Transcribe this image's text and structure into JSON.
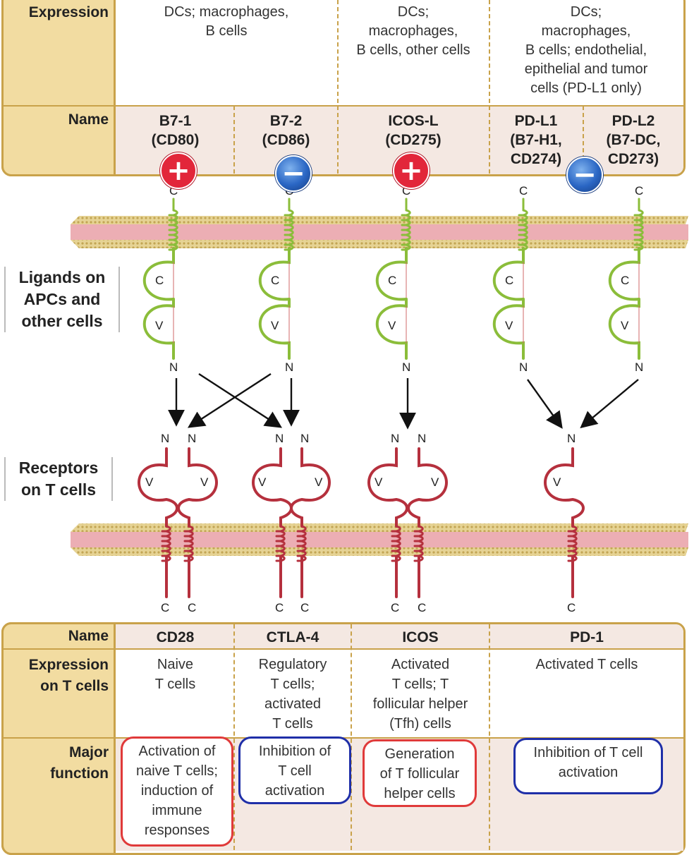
{
  "colors": {
    "header_fill": "#f2dca1",
    "header_border": "#c9a24a",
    "row_shade": "#f4e8e2",
    "membrane_pink": "#ecaeb4",
    "membrane_gold": "#d8c078",
    "ligand_green": "#8bbd3a",
    "receptor_red": "#b5303d",
    "activation_red": "#e03a3a",
    "inhibition_blue": "#1f2fa8"
  },
  "top_table": {
    "expression_header": "Expression",
    "name_header": "Name",
    "expression": [
      [
        "DCs; macrophages,",
        "B cells"
      ],
      [
        "DCs;",
        "macrophages,",
        "B cells, other cells"
      ],
      [
        "DCs;",
        "macrophages,",
        "B cells; endothelial,",
        "epithelial and tumor",
        "cells (PD-L1 only)"
      ]
    ],
    "names": [
      [
        "B7-1",
        "(CD80)"
      ],
      [
        "B7-2",
        "(CD86)"
      ],
      [
        "ICOS-L",
        "(CD275)"
      ],
      [
        "PD-L1",
        "(B7-H1,",
        "CD274)"
      ],
      [
        "PD-L2",
        "(B7-DC,",
        "CD273)"
      ]
    ]
  },
  "signs": {
    "b7_1": "+",
    "b7_2": "−",
    "icos_l": "+",
    "pd_l": "−"
  },
  "labels": {
    "ligands": [
      "Ligands on",
      "APCs and",
      "other cells"
    ],
    "receptors": [
      "Receptors",
      "on T cells"
    ]
  },
  "domains": {
    "c": "C",
    "v": "V",
    "n": "N"
  },
  "bottom_table": {
    "name_header": "Name",
    "expression_header": [
      "Expression",
      "on T cells"
    ],
    "function_header": [
      "Major",
      "function"
    ],
    "receptors": [
      {
        "name": "CD28",
        "expression": [
          "Naive",
          "T cells"
        ],
        "function": [
          "Activation of",
          "naive T cells;",
          "induction of",
          "immune",
          "responses"
        ]
      },
      {
        "name": "CTLA-4",
        "expression": [
          "Regulatory",
          "T cells;",
          "activated",
          "T cells"
        ],
        "function": [
          "Inhibition of",
          "T cell",
          "activation"
        ]
      },
      {
        "name": "ICOS",
        "expression": [
          "Activated",
          "T cells; T",
          "follicular helper",
          "(Tfh) cells"
        ],
        "function": [
          "Generation",
          "of T follicular",
          "helper cells"
        ]
      },
      {
        "name": "PD-1",
        "expression": [
          "Activated T cells"
        ],
        "function": [
          "Inhibition of T cell",
          "activation"
        ]
      }
    ]
  }
}
